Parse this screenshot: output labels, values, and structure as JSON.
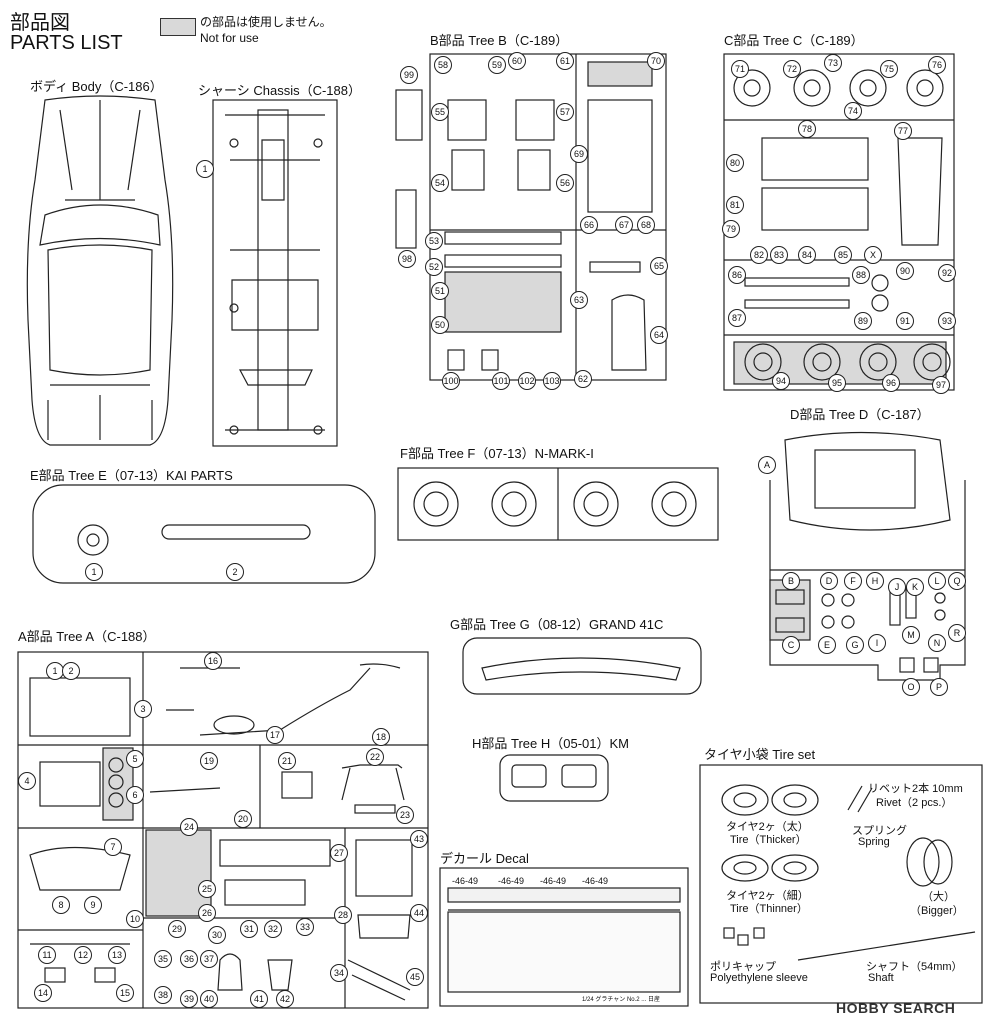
{
  "header": {
    "title_jp": "部品図",
    "title_en": "PARTS LIST",
    "legend_jp": "の部品は使用しません。",
    "legend_en": "Not for use",
    "legend_swatch": "#d9d9d9"
  },
  "trees": {
    "body": "ボディ Body（C-186）",
    "chassis": "シャーシ Chassis（C-188）",
    "b": "B部品 Tree B（C-189）",
    "c": "C部品 Tree C（C-189）",
    "d": "D部品 Tree D（C-187）",
    "e": "E部品 Tree E（07-13）KAI PARTS",
    "f": "F部品 Tree F（07-13）N-MARK-I",
    "g": "G部品 Tree G（08-12）GRAND 41C",
    "h": "H部品 Tree H（05-01）KM",
    "a": "A部品 Tree A（C-188）",
    "decal": "デカール Decal",
    "tireset": "タイヤ小袋 Tire set"
  },
  "tireset": {
    "tire_thick_jp": "タイヤ2ヶ（太）",
    "tire_thick_en": "Tire（Thicker）",
    "tire_thin_jp": "タイヤ2ヶ（細）",
    "tire_thin_en": "Tire（Thinner）",
    "rivet_jp": "リベット2本 10mm",
    "rivet_en": "Rivet（2 pcs.）",
    "spring_jp": "スプリング",
    "spring_en": "Spring",
    "bigger_jp": "（大）",
    "bigger_en": "（Bigger）",
    "poly_jp": "ポリキャップ",
    "poly_en": "Polyethylene sleeve",
    "shaft_jp": "シャフト（54mm）",
    "shaft_en": "Shaft"
  },
  "decal": {
    "marks": [
      "-46-49",
      "-46-49",
      "-46-49",
      "-46-49"
    ],
    "footer": "1/24 グラチャン No.2 ... 日産"
  },
  "watermark": "HOBBY SEARCH",
  "parts": {
    "e": [
      "1",
      "2"
    ],
    "chassis": [
      "1"
    ],
    "a": [
      "1",
      "2",
      "3",
      "4",
      "5",
      "6",
      "7",
      "8",
      "9",
      "10",
      "11",
      "12",
      "13",
      "14",
      "15",
      "16",
      "17",
      "18",
      "19",
      "20",
      "21",
      "22",
      "23",
      "24",
      "25",
      "26",
      "27",
      "28",
      "29",
      "30",
      "31",
      "32",
      "33",
      "34",
      "35",
      "36",
      "37",
      "38",
      "39",
      "40",
      "41",
      "42",
      "43",
      "44",
      "45"
    ],
    "b": [
      "50",
      "51",
      "52",
      "53",
      "54",
      "55",
      "56",
      "57",
      "58",
      "59",
      "60",
      "61",
      "62",
      "63",
      "64",
      "65",
      "66",
      "67",
      "68",
      "69",
      "70",
      "98",
      "99",
      "100",
      "101",
      "102",
      "103"
    ],
    "c": [
      "71",
      "72",
      "73",
      "74",
      "75",
      "76",
      "77",
      "78",
      "79",
      "80",
      "81",
      "82",
      "83",
      "84",
      "85",
      "X",
      "86",
      "87",
      "88",
      "89",
      "90",
      "91",
      "92",
      "93",
      "94",
      "95",
      "96",
      "97"
    ],
    "d": [
      "A",
      "B",
      "C",
      "D",
      "E",
      "F",
      "G",
      "H",
      "I",
      "J",
      "K",
      "L",
      "M",
      "N",
      "O",
      "P",
      "Q",
      "R"
    ]
  }
}
